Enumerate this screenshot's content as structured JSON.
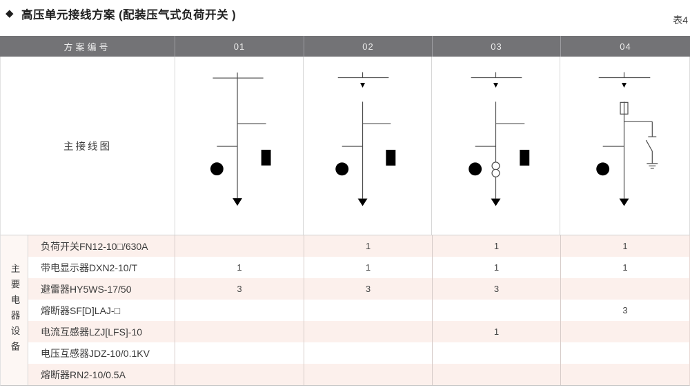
{
  "title": {
    "bullet": "◆",
    "text": "高压单元接线方案 (配装压气式负荷开关 )",
    "table_label": "表4"
  },
  "table": {
    "header": {
      "scheme_col_label": "方案编号",
      "schemes": [
        "01",
        "02",
        "03",
        "04"
      ]
    },
    "diagram_row": {
      "label": "主接线图",
      "diagrams": [
        {
          "scheme": "01",
          "components": [
            "busbar",
            "live-display-indicator",
            "surge-arrester",
            "cable-outgoing"
          ]
        },
        {
          "scheme": "02",
          "components": [
            "busbar",
            "load-switch",
            "live-display-indicator",
            "surge-arrester",
            "cable-outgoing"
          ]
        },
        {
          "scheme": "03",
          "components": [
            "busbar",
            "load-switch",
            "live-display-indicator",
            "current-transformer",
            "surge-arrester",
            "cable-outgoing"
          ]
        },
        {
          "scheme": "04",
          "components": [
            "busbar",
            "load-switch",
            "fuse",
            "live-display-indicator",
            "earthing-switch",
            "cable-outgoing"
          ]
        }
      ]
    },
    "equipment": {
      "side_label": "主要电器设备",
      "rows": [
        {
          "name": "负荷开关FN12-10□/630A",
          "values": [
            "",
            "1",
            "1",
            "1"
          ]
        },
        {
          "name": "带电显示器DXN2-10/T",
          "values": [
            "1",
            "1",
            "1",
            "1"
          ]
        },
        {
          "name": "避雷器HY5WS-17/50",
          "values": [
            "3",
            "3",
            "3",
            ""
          ]
        },
        {
          "name": "熔断器SF[D]LAJ-□",
          "values": [
            "",
            "",
            "",
            "3"
          ]
        },
        {
          "name": "电流互感器LZJ[LFS]-10",
          "values": [
            "",
            "",
            "1",
            ""
          ]
        },
        {
          "name": "电压互感器JDZ-10/0.1KV",
          "values": [
            "",
            "",
            "",
            ""
          ]
        },
        {
          "name": "熔断器RN2-10/0.5A",
          "values": [
            "",
            "",
            "",
            ""
          ]
        }
      ]
    }
  },
  "colors": {
    "header_bg": "#737376",
    "header_text": "#ececec",
    "row_pink": "#fcf0ec",
    "row_white": "#ffffff",
    "side_strip": "#fdf7f4",
    "border": "#cfcfcf",
    "diagram_stroke": "#4c4c4c"
  }
}
